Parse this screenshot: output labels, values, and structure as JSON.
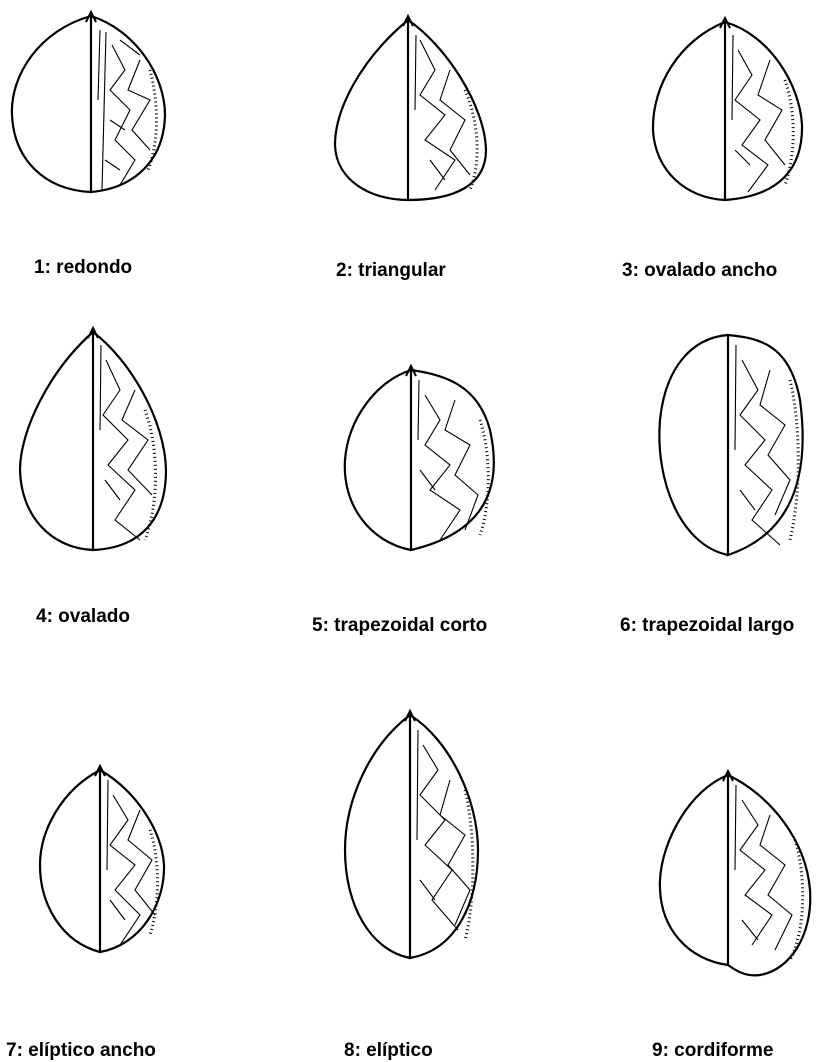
{
  "figure": {
    "shapes": [
      {
        "number": "1",
        "label": "1: redondo"
      },
      {
        "number": "2",
        "label": "2: triangular"
      },
      {
        "number": "3",
        "label": "3: ovalado ancho"
      },
      {
        "number": "4",
        "label": "4: ovalado"
      },
      {
        "number": "5",
        "label": "5: trapezoidal corto"
      },
      {
        "number": "6",
        "label": "6: trapezoidal largo"
      },
      {
        "number": "7",
        "label": "7: elíptico ancho"
      },
      {
        "number": "8",
        "label": "8: elíptico"
      },
      {
        "number": "9",
        "label": "9: cordiforme"
      }
    ]
  },
  "colors": {
    "ink": "#000000",
    "background": "#ffffff"
  }
}
